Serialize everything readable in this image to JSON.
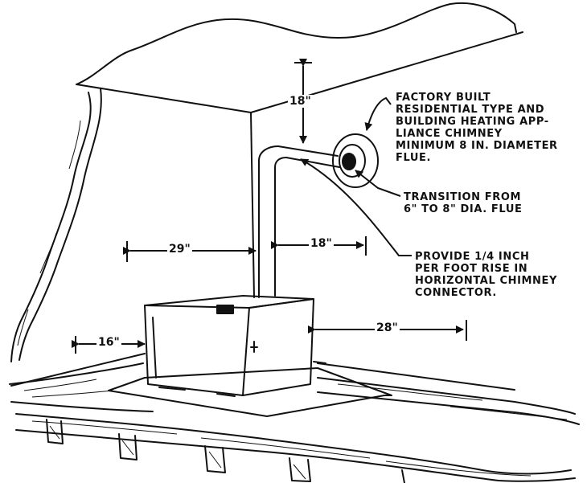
{
  "callouts": {
    "chimney": [
      "FACTORY BUILT",
      "RESIDENTIAL TYPE AND",
      "BUILDING HEATING APP-",
      "LIANCE CHIMNEY",
      "MINIMUM 8 IN. DIAMETER",
      "FLUE."
    ],
    "transition": [
      "TRANSITION FROM",
      "6\" TO 8\" DIA. FLUE"
    ],
    "rise": [
      "PROVIDE 1/4 INCH",
      "PER FOOT RISE IN",
      "HORIZONTAL CHIMNEY",
      "CONNECTOR."
    ]
  },
  "dimensions": {
    "above_connector": "18\"",
    "rear_wall_to_flue": "29\"",
    "flue_to_chimney_wall": "18\"",
    "side_wall_to_heater": "16\"",
    "heater_to_front": "28\""
  },
  "colors": {
    "ink": "#111111",
    "background": "#ffffff"
  }
}
